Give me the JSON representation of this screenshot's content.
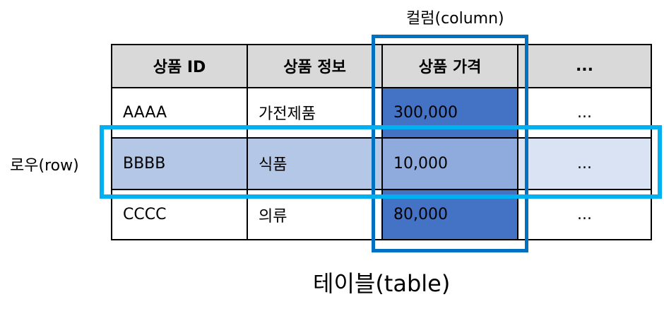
{
  "labels": {
    "column": "컬럼(column)",
    "row": "로우(row)",
    "table": "테이블(table)"
  },
  "table": {
    "headers": [
      "상품 ID",
      "상품 정보",
      "상품 가격",
      "..."
    ],
    "rows": [
      [
        "AAAA",
        "가전제품",
        "300,000",
        "..."
      ],
      [
        "BBBB",
        "식품",
        "10,000",
        "..."
      ],
      [
        "CCCC",
        "의류",
        "80,000",
        "..."
      ]
    ]
  },
  "colors": {
    "header_bg": "#d9d9d9",
    "price_column_fill": "#4472c4",
    "row_highlight_fill": "#b4c7e7",
    "row_highlight_price_fill": "#8faadc",
    "row_highlight_last_fill": "#dae3f3",
    "column_frame": "#0070c0",
    "row_frame": "#00b0f0"
  }
}
